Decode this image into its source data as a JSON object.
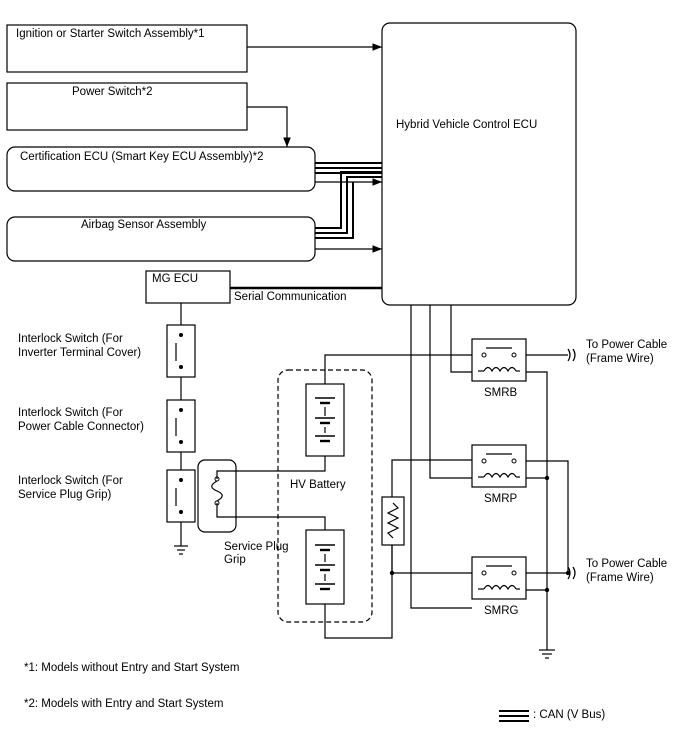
{
  "components": {
    "ignition_switch": "Ignition or Starter Switch Assembly*1",
    "power_switch": "Power Switch*2",
    "certification_ecu": "Certification ECU (Smart Key ECU Assembly)*2",
    "airbag_sensor": "Airbag Sensor Assembly",
    "hv_control_ecu": "Hybrid Vehicle Control ECU",
    "mg_ecu": "MG ECU",
    "serial_comm": "Serial Communication",
    "interlock_inverter": [
      "Interlock Switch (For",
      "Inverter Terminal Cover)"
    ],
    "interlock_power_cable": [
      "Interlock Switch (For",
      "Power Cable Connector)"
    ],
    "interlock_service_plug": [
      "Interlock Switch (For",
      "Service Plug Grip)"
    ],
    "service_plug_grip": [
      "Service Plug",
      "Grip"
    ],
    "hv_battery": "HV Battery",
    "smrb": "SMRB",
    "smrp": "SMRP",
    "smrg": "SMRG",
    "power_cable_top": [
      "To Power Cable",
      "(Frame Wire)"
    ],
    "power_cable_bottom": [
      "To Power Cable",
      "(Frame Wire)"
    ]
  },
  "notes": {
    "note1": "*1: Models without Entry and Start System",
    "note2": "*2: Models with Entry and Start System"
  },
  "legend": {
    "can_label": ": CAN (V Bus)"
  }
}
